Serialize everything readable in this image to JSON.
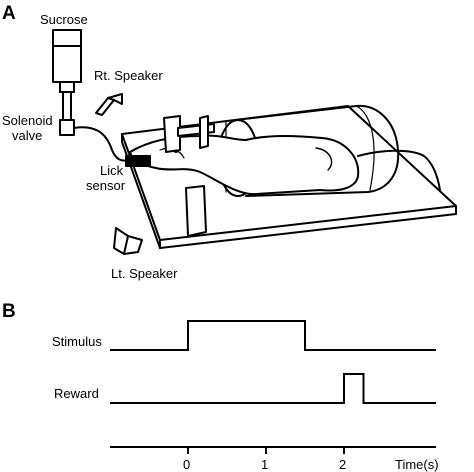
{
  "panel_a": {
    "letter": "A",
    "labels": {
      "sucrose": "Sucrose",
      "rt_speaker": "Rt. Speaker",
      "solenoid": "Solenoid",
      "valve": "valve",
      "lick": "Lick",
      "sensor": "sensor",
      "lt_speaker": "Lt. Speaker"
    }
  },
  "panel_b": {
    "letter": "B",
    "stimulus_label": "Stimulus",
    "reward_label": "Reward",
    "axis_unit": "Time(s)",
    "ticks": [
      "0",
      "1",
      "2"
    ],
    "stimulus_on": [
      0,
      1.5
    ],
    "reward_on": [
      2.0,
      2.25
    ]
  }
}
